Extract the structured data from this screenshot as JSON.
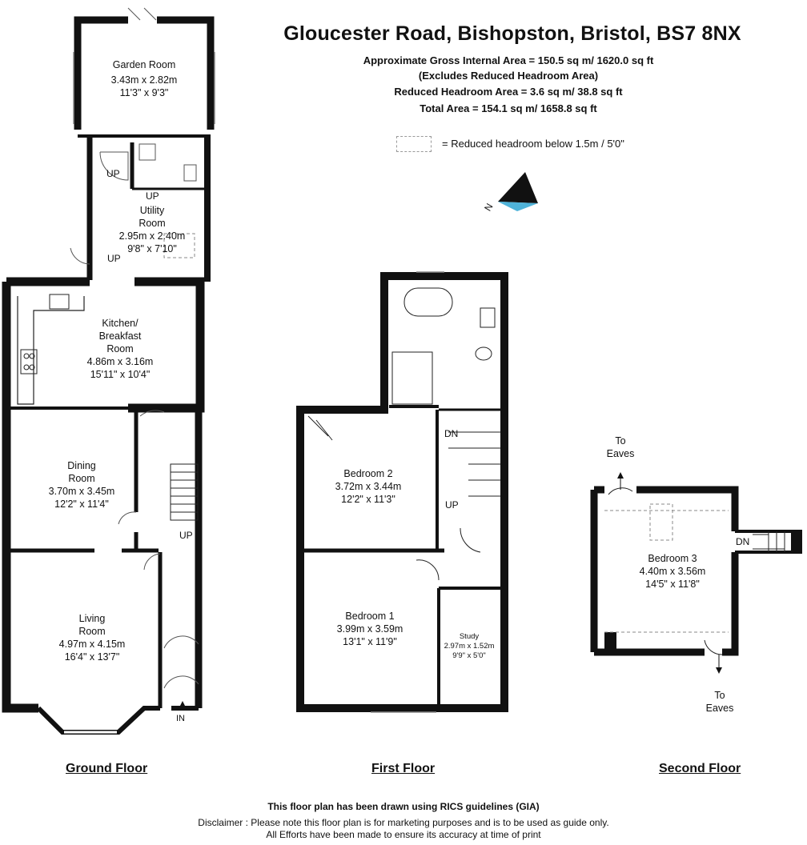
{
  "header": {
    "title": "Gloucester Road, Bishopston, Bristol, BS7 8NX",
    "gross_area": "Approximate Gross Internal Area = 150.5 sq m/ 1620.0 sq ft",
    "excludes": "(Excludes Reduced Headroom Area)",
    "reduced_area": "Reduced Headroom Area = 3.6 sq m/ 38.8 sq ft",
    "total_area": "Total Area = 154.1 sq m/ 1658.8 sq ft"
  },
  "legend": {
    "text": "= Reduced headroom below 1.5m / 5'0\""
  },
  "compass": {
    "letter": "N",
    "color": "#4fb3d9"
  },
  "rooms": {
    "garden_room": {
      "name": "Garden Room",
      "metric": "3.43m x 2.82m",
      "imperial": "11'3\" x 9'3\""
    },
    "utility_room": {
      "name1": "Utility",
      "name2": "Room",
      "metric": "2.95m x 2.40m",
      "imperial": "9'8\" x 7'10\""
    },
    "kitchen": {
      "name1": "Kitchen/",
      "name2": "Breakfast",
      "name3": "Room",
      "metric": "4.86m x 3.16m",
      "imperial": "15'11\" x 10'4\""
    },
    "dining": {
      "name1": "Dining",
      "name2": "Room",
      "metric": "3.70m x 3.45m",
      "imperial": "12'2\" x 11'4\""
    },
    "living": {
      "name1": "Living",
      "name2": "Room",
      "metric": "4.97m x 4.15m",
      "imperial": "16'4\" x 13'7\""
    },
    "bedroom2": {
      "name": "Bedroom 2",
      "metric": "3.72m x 3.44m",
      "imperial": "12'2\" x 11'3\""
    },
    "bedroom1": {
      "name": "Bedroom 1",
      "metric": "3.99m x 3.59m",
      "imperial": "13'1\" x 11'9\""
    },
    "study": {
      "name": "Study",
      "metric": "2.97m x 1.52m",
      "imperial": "9'9\" x 5'0\""
    },
    "bedroom3": {
      "name": "Bedroom 3",
      "metric": "4.40m x 3.56m",
      "imperial": "14'5\" x 11'8\""
    }
  },
  "tags": {
    "up": "UP",
    "dn": "DN",
    "in": "IN",
    "to": "To",
    "eaves": "Eaves"
  },
  "floors": {
    "ground": "Ground Floor",
    "first": "First Floor",
    "second": "Second Floor"
  },
  "footer": {
    "rics": "This floor plan has been drawn using RICS guidelines (GIA)",
    "disclaimer1": "Disclaimer : Please note this floor plan is for marketing purposes and is to be used as guide only.",
    "disclaimer2": "All Efforts have been made to ensure its accuracy at time of print"
  }
}
